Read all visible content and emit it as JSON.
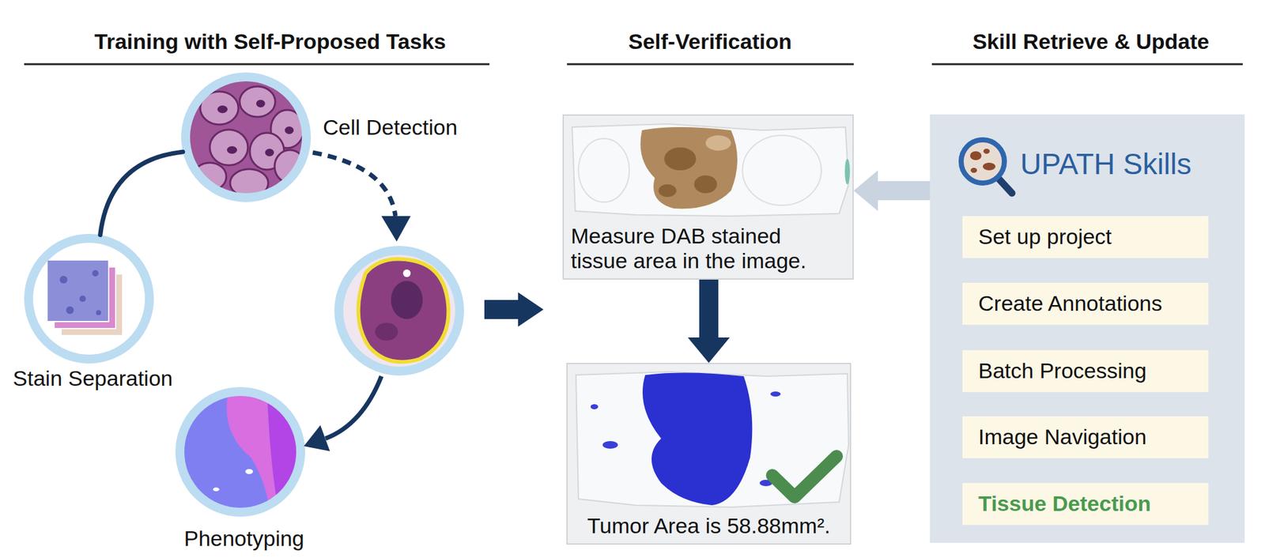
{
  "diagram": {
    "nodes": [
      {
        "text": [
          "Cell Detection"
        ]
      },
      {
        "text": [
          "Stain Separation"
        ]
      },
      {
        "text": [
          "Phenotyping"
        ]
      },
      {
        "text": [
          "Measure DAB stained tissue area in the image."
        ]
      },
      {
        "text": [
          "Tumor Area is 58.88mm²."
        ]
      },
      {
        "text": [
          "UPATH Skills"
        ]
      },
      {
        "text": [
          "Set up project"
        ],
        "in": 5
      },
      {
        "text": [
          "Create Annotations"
        ],
        "in": 5
      },
      {
        "text": [
          "Batch Processing"
        ],
        "in": 5
      },
      {
        "text": [
          "Image Navigation"
        ],
        "in": 5
      },
      {
        "text": [
          "Tissue Detection"
        ],
        "in": 5
      }
    ],
    "edges": [
      {
        "from": 1,
        "to": 0,
        "arrow": "none"
      },
      {
        "from": 3,
        "to": 4,
        "arrow": "to"
      },
      {
        "from": 5,
        "to": 3,
        "arrow": "to"
      }
    ],
    "labels": [
      "Training with Self-Proposed Tasks",
      "Self-Verification",
      "Skill Retrieve & Update"
    ]
  }
}
